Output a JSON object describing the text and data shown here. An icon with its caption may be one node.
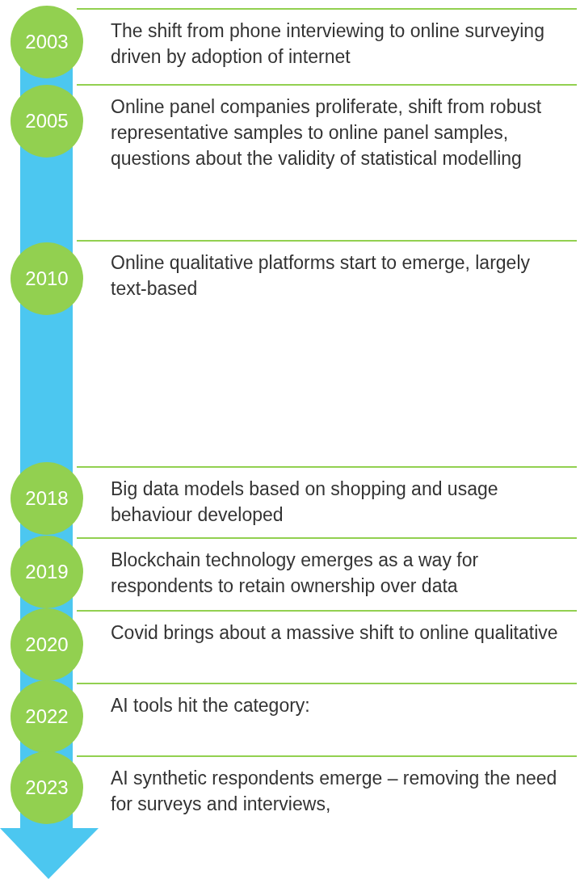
{
  "diagram": {
    "nodes": [
      {
        "text": [
          "2003"
        ],
        "beside": [
          "The shift from phone interviewing to online surveying driven by adoption of internet"
        ]
      },
      {
        "text": [
          "2005"
        ],
        "beside": [
          "Online panel companies proliferate, shift from robust representative samples to online panel samples, questions about the validity of statistical modelling"
        ]
      },
      {
        "text": [
          "2010"
        ],
        "beside": [
          "Online qualitative platforms start to emerge, largely text-based"
        ]
      },
      {
        "text": [
          "2018"
        ],
        "beside": [
          "Big data models based on shopping and usage behaviour developed"
        ]
      },
      {
        "text": [
          "2019"
        ],
        "beside": [
          "Blockchain technology emerges as a way for respondents to retain ownership over data"
        ]
      },
      {
        "text": [
          "2020"
        ],
        "beside": [
          "Covid brings about a massive shift to online qualitative"
        ]
      },
      {
        "text": [
          "2022"
        ],
        "beside": [
          "AI tools hit the category:"
        ]
      },
      {
        "text": [
          "2023"
        ],
        "beside": [
          "AI synthetic respondents emerge – removing the need for surveys and interviews,"
        ]
      }
    ]
  }
}
